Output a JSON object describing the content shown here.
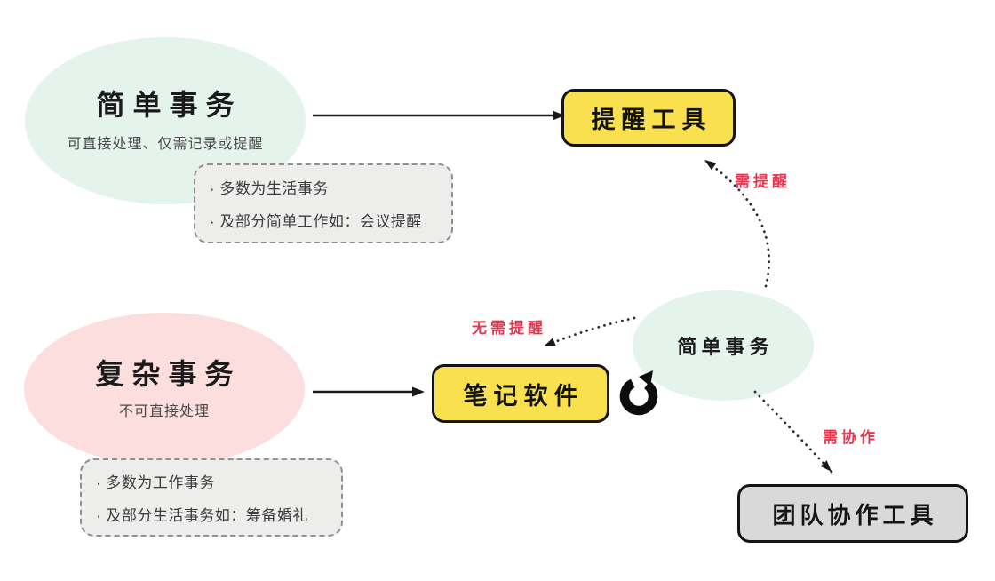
{
  "diagram": {
    "simple_ellipse": {
      "title": "简单事务",
      "subtitle": "可直接处理、仅需记录或提醒"
    },
    "simple_note": {
      "line1": "· 多数为生活事务",
      "line2": "· 及部分简单工作如：会议提醒"
    },
    "complex_ellipse": {
      "title": "复杂事务",
      "subtitle": "不可直接处理"
    },
    "complex_note": {
      "line1": "· 多数为工作事务",
      "line2": "· 及部分生活事务如：筹备婚礼"
    },
    "nodes": {
      "reminder": "提醒工具",
      "notes": "笔记软件",
      "team": "团队协作工具"
    },
    "small_ellipse": {
      "label": "简单事务"
    },
    "edge_labels": {
      "need_reminder": "需提醒",
      "no_reminder": "无需提醒",
      "need_collab": "需协作"
    },
    "icons": {
      "loop_arrow": "↻"
    },
    "colors": {
      "mint": "#e4f3ec",
      "pink": "#fcdede",
      "yellow": "#f9e04f",
      "gray_node": "#d9d9d9",
      "note_bg": "#ededec",
      "red_label": "#e23950",
      "line": "#1a1a1a"
    }
  }
}
